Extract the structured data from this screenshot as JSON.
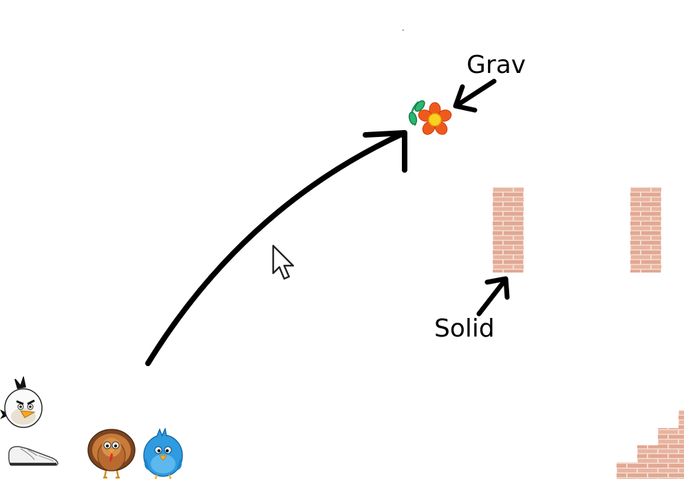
{
  "annotations": {
    "gravity_label": "Grav",
    "solid_label": "Solid"
  },
  "sprites": {
    "flower": "flower-icon",
    "brick_column_1": "brick-wall",
    "brick_column_2": "brick-wall",
    "brick_stairs": "brick-stairs",
    "white_bird": "white-bird-icon",
    "shoe": "shoe-icon",
    "turkey": "turkey-icon",
    "blue_bird": "blue-bird-icon",
    "cursor": "mouse-pointer-icon"
  },
  "colors": {
    "brick": "#e8b4a0",
    "brick_mortar": "#f4ded4",
    "flower_petal": "#ef5a1c",
    "flower_center": "#f7d21e",
    "leaf": "#2bb673",
    "blue_bird": "#2f9be0",
    "turkey": "#9a5a2a",
    "arrow": "#000000"
  }
}
